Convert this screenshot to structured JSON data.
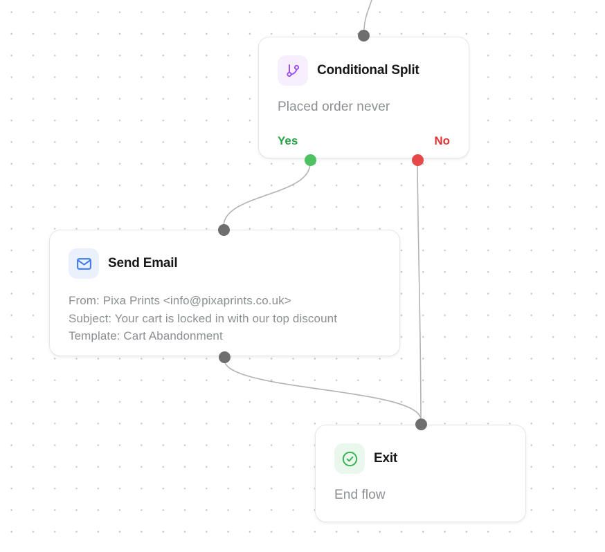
{
  "canvas": {
    "background_dot_color": "#c9c9c9",
    "edge_color": "#b2b2b2",
    "handle_gray_color": "#6e6e6e",
    "handle_yes_color": "#4cc360",
    "handle_no_color": "#e64747"
  },
  "nodes": {
    "conditional_split": {
      "title": "Conditional Split",
      "subtitle": "Placed order never",
      "yes_label": "Yes",
      "no_label": "No",
      "icon": "branch-icon",
      "icon_color": "#9d4ff0",
      "icon_bg": "#f7effe",
      "yes_color": "#27a144",
      "no_color": "#dd3434"
    },
    "send_email": {
      "title": "Send Email",
      "icon": "envelope-icon",
      "icon_color": "#3f7bea",
      "icon_bg": "#eaf1fd",
      "lines": [
        "From: Pixa Prints <info@pixaprints.co.uk>",
        "Subject: Your cart is locked in with our top discount",
        "Template: Cart Abandonment"
      ]
    },
    "exit": {
      "title": "Exit",
      "subtitle": "End flow",
      "icon": "check-circle-icon",
      "icon_color": "#3cb257",
      "icon_bg": "#eaf7ed"
    }
  }
}
